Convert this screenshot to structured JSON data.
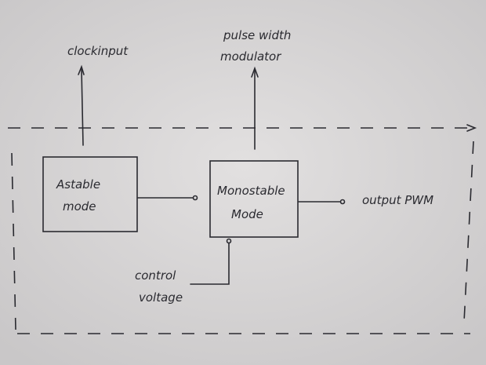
{
  "labels": {
    "clock_input": "clockinput",
    "pwm_line1": "pulse width",
    "pwm_line2": "modulator",
    "astable_line1": "Astable",
    "astable_line2": "mode",
    "monostable_line1": "Monostable",
    "monostable_line2": "Mode",
    "output": "output PWM",
    "control_line1": "control",
    "control_line2": "voltage"
  }
}
